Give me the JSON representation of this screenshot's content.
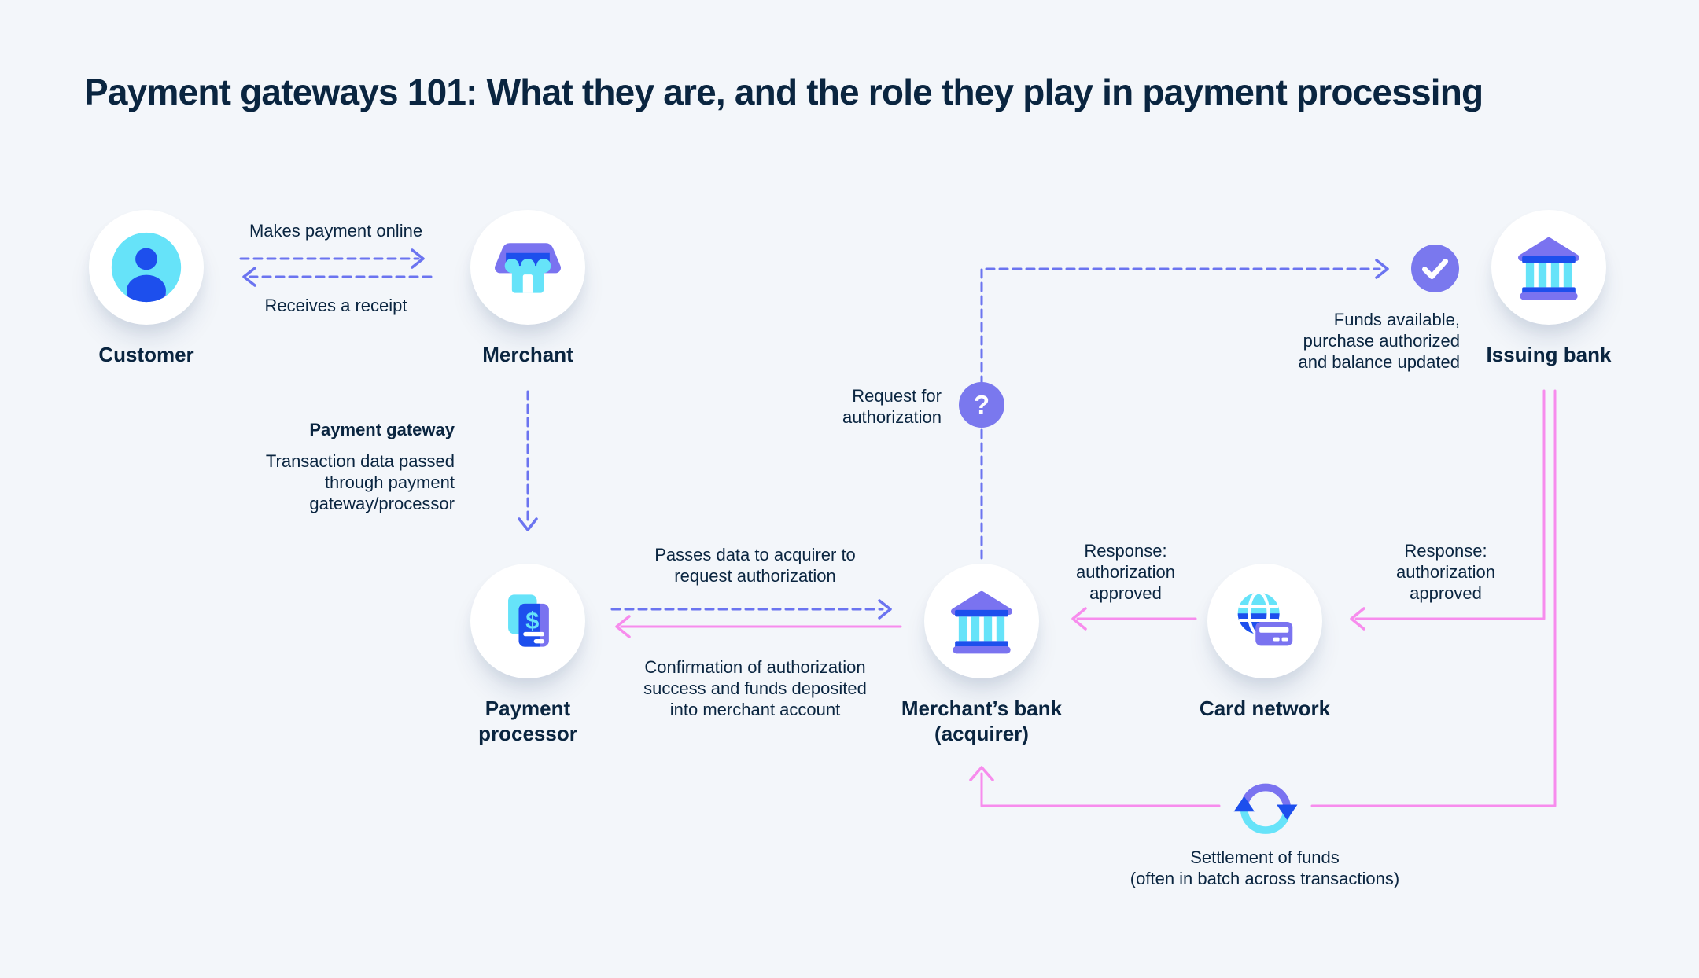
{
  "title": "Payment gateways 101: What they are, and the role they play in payment processing",
  "nodes": {
    "customer": {
      "label": "Customer"
    },
    "merchant": {
      "label": "Merchant"
    },
    "payment_processor": {
      "label": "Payment\nprocessor"
    },
    "merchants_bank": {
      "label": "Merchant’s bank\n(acquirer)"
    },
    "card_network": {
      "label": "Card network"
    },
    "issuing_bank": {
      "label": "Issuing bank"
    }
  },
  "annotations": {
    "makes_payment_online": "Makes payment online",
    "receives_a_receipt": "Receives a receipt",
    "payment_gateway_heading": "Payment gateway",
    "payment_gateway_description": "Transaction data passed\nthrough payment\ngateway/processor",
    "passes_data_to_acquirer": "Passes data to acquirer to\nrequest authorization",
    "confirmation_of_authorization": "Confirmation of authorization\nsuccess and funds deposited\ninto merchant account",
    "request_for_authorization": "Request for\nauthorization",
    "funds_available": "Funds available,\npurchase authorized\nand balance updated",
    "response_to_acquirer": "Response:\nauthorization\napproved",
    "response_to_card_network": "Response:\nauthorization\napproved",
    "settlement_of_funds": "Settlement of funds\n(often in batch across transactions)"
  },
  "icons": {
    "dollar_glyph": "$",
    "question_glyph": "?"
  },
  "colors": {
    "background": "#f3f6fa",
    "text_navy": "#0a2540",
    "arrow_purple_dashed": "#6b74f0",
    "arrow_pink": "#f78ced",
    "badge_purple": "#7a78ee",
    "icon_cyan": "#66e3f9",
    "icon_blue": "#1d4fed",
    "icon_purple": "#7a73f0",
    "node_background": "#ffffff"
  }
}
